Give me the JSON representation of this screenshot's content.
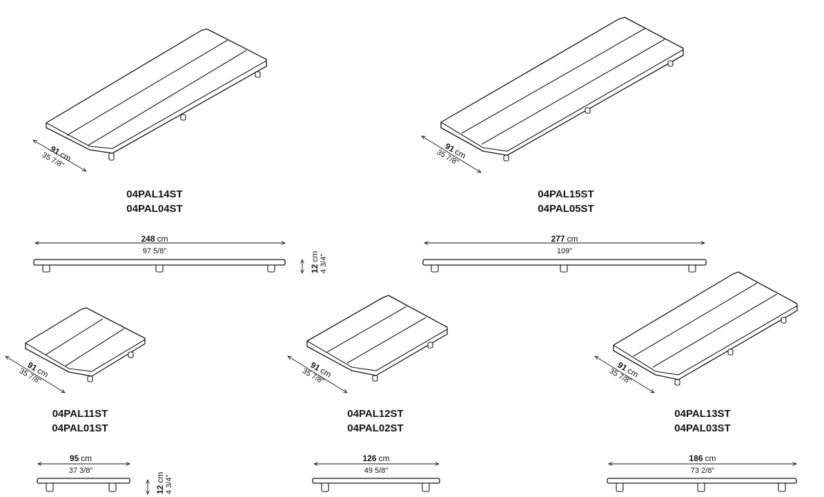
{
  "products": {
    "p14": {
      "codes": [
        "04PAL14ST",
        "04PAL04ST"
      ],
      "depth": {
        "cm_value": "91",
        "cm_unit": "cm",
        "inch": "35 7/8\""
      },
      "length": {
        "cm_value": "248",
        "cm_unit": "cm",
        "inch": "97 5/8\""
      },
      "height": {
        "cm_value": "12",
        "cm_unit": "cm",
        "inch": "4 3/4\""
      }
    },
    "p15": {
      "codes": [
        "04PAL15ST",
        "04PAL05ST"
      ],
      "depth": {
        "cm_value": "91",
        "cm_unit": "cm",
        "inch": "35 7/8\""
      },
      "length": {
        "cm_value": "277",
        "cm_unit": "cm",
        "inch": "109\""
      }
    },
    "p11": {
      "codes": [
        "04PAL11ST",
        "04PAL01ST"
      ],
      "depth": {
        "cm_value": "91",
        "cm_unit": "cm",
        "inch": "35 7/8\""
      },
      "length": {
        "cm_value": "95",
        "cm_unit": "cm",
        "inch": "37 3/8\""
      },
      "height": {
        "cm_value": "12",
        "cm_unit": "cm",
        "inch": "4 3/4\""
      }
    },
    "p12": {
      "codes": [
        "04PAL12ST",
        "04PAL02ST"
      ],
      "depth": {
        "cm_value": "91",
        "cm_unit": "cm",
        "inch": "35 7/8\""
      },
      "length": {
        "cm_value": "126",
        "cm_unit": "cm",
        "inch": "49 5/8\""
      }
    },
    "p13": {
      "codes": [
        "04PAL13ST",
        "04PAL03ST"
      ],
      "depth": {
        "cm_value": "91",
        "cm_unit": "cm",
        "inch": "35 7/8\""
      },
      "length": {
        "cm_value": "186",
        "cm_unit": "cm",
        "inch": "73 2/8\""
      }
    }
  }
}
